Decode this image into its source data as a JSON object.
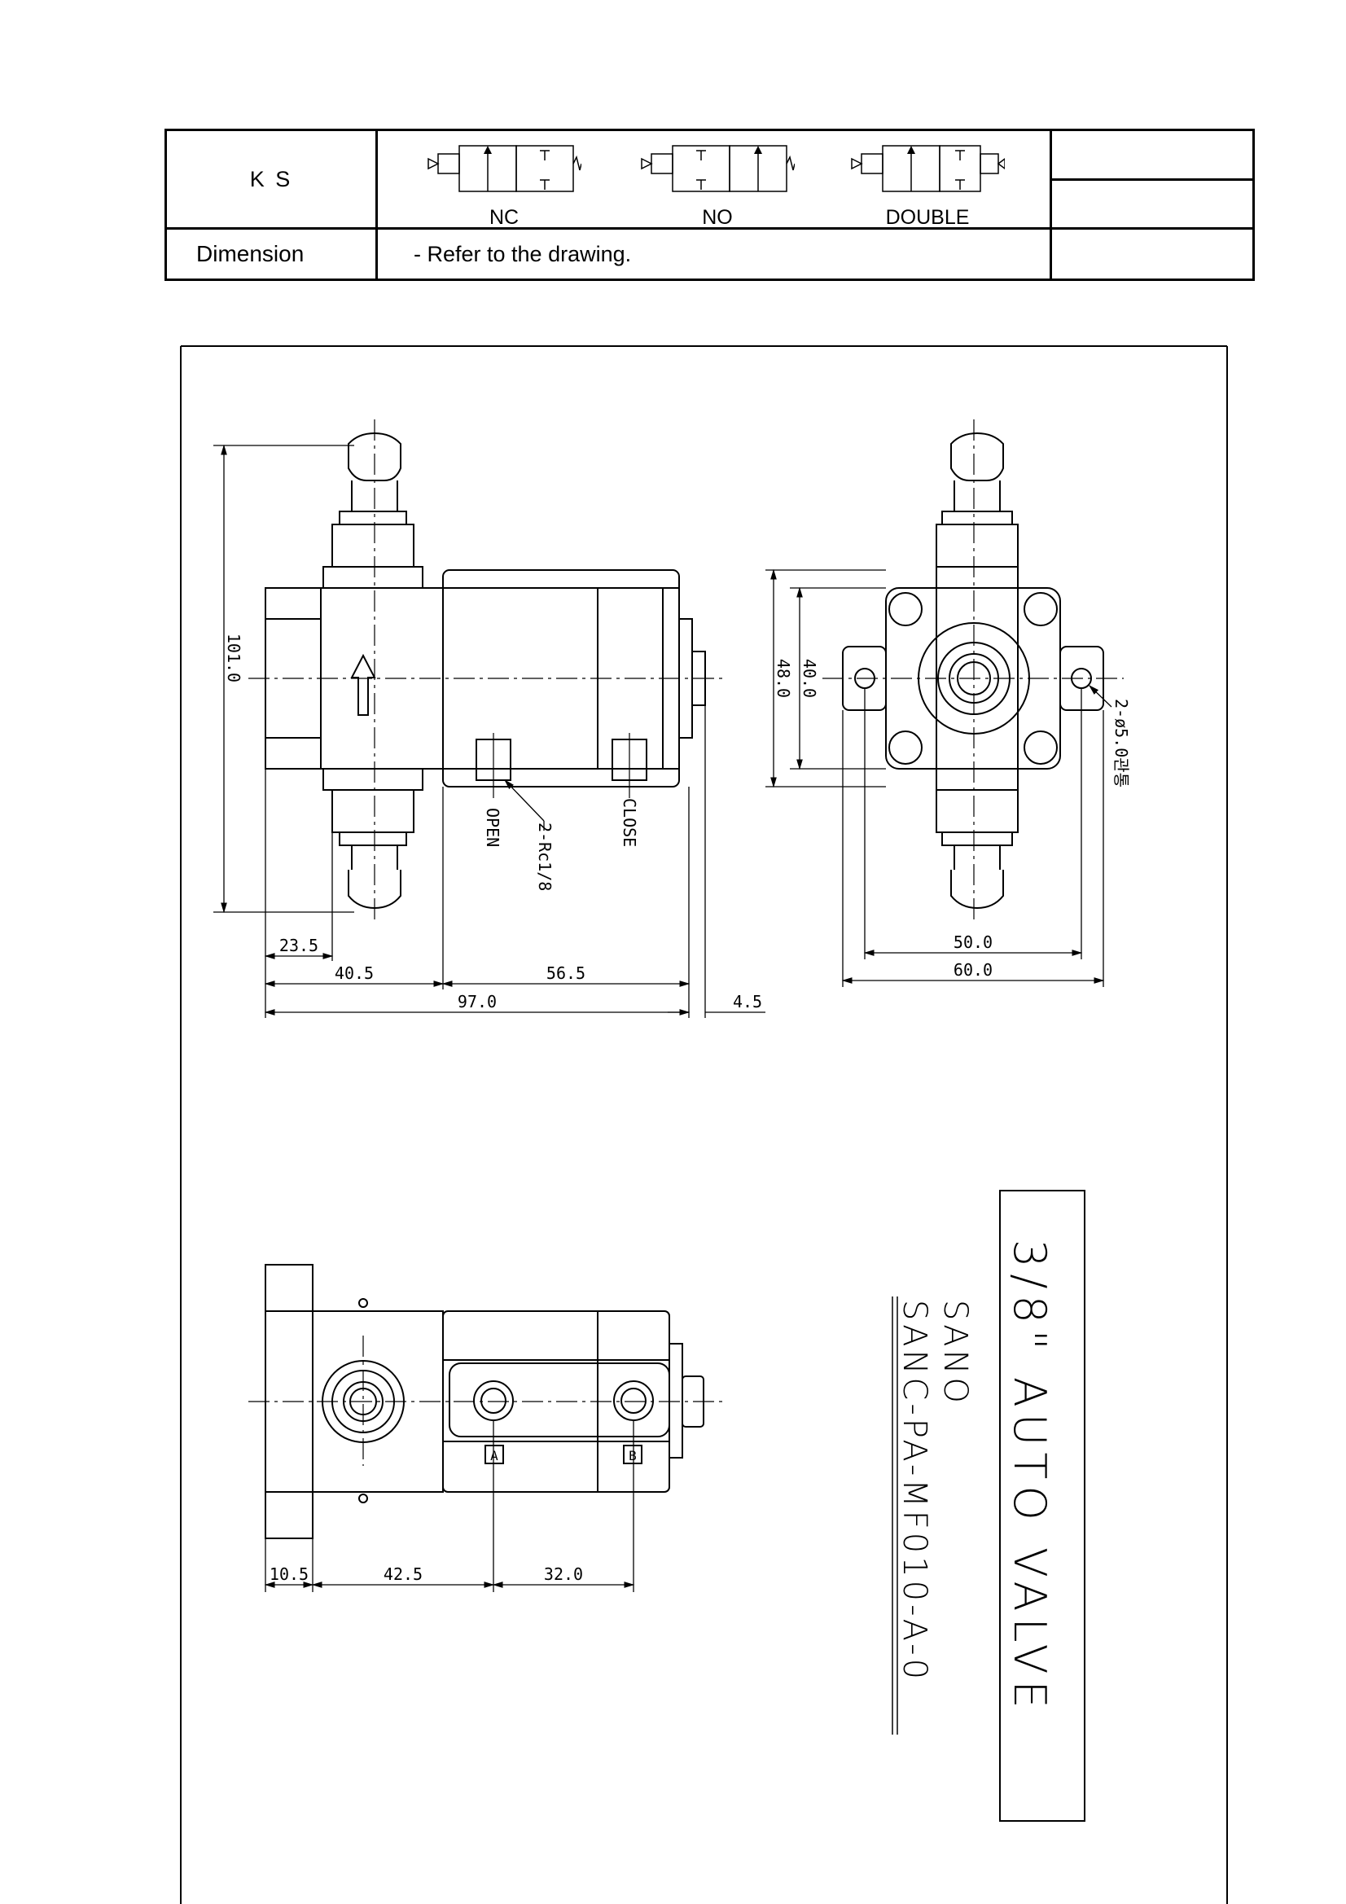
{
  "spec_table": {
    "ks_label": "K S",
    "dimension_label": "Dimension",
    "dimension_note": "- Refer to the drawing.",
    "symbols": [
      {
        "label": "NC"
      },
      {
        "label": "NO"
      },
      {
        "label": "DOUBLE"
      }
    ]
  },
  "drawing": {
    "title_line1": "3/8\" AUTO VALVE",
    "title_line2": "SANO",
    "title_line3": "SANC-PA-MF010-A-0",
    "front_view": {
      "height_dim": "101.0",
      "port_open": "OPEN",
      "port_thread": "2-Rc1/8",
      "port_close": "CLOSE",
      "dim_23_5": "23.5",
      "dim_40_5": "40.5",
      "dim_56_5": "56.5",
      "dim_97_0": "97.0",
      "dim_4_5": "4.5"
    },
    "side_view": {
      "dim_48_0": "48.0",
      "dim_40_0": "40.0",
      "hole_note": "2-ø5.0관통",
      "dim_50_0": "50.0",
      "dim_60_0": "60.0"
    },
    "bottom_view": {
      "port_a": "A",
      "port_b": "B",
      "dim_10_5": "10.5",
      "dim_42_5": "42.5",
      "dim_32_0": "32.0"
    }
  }
}
